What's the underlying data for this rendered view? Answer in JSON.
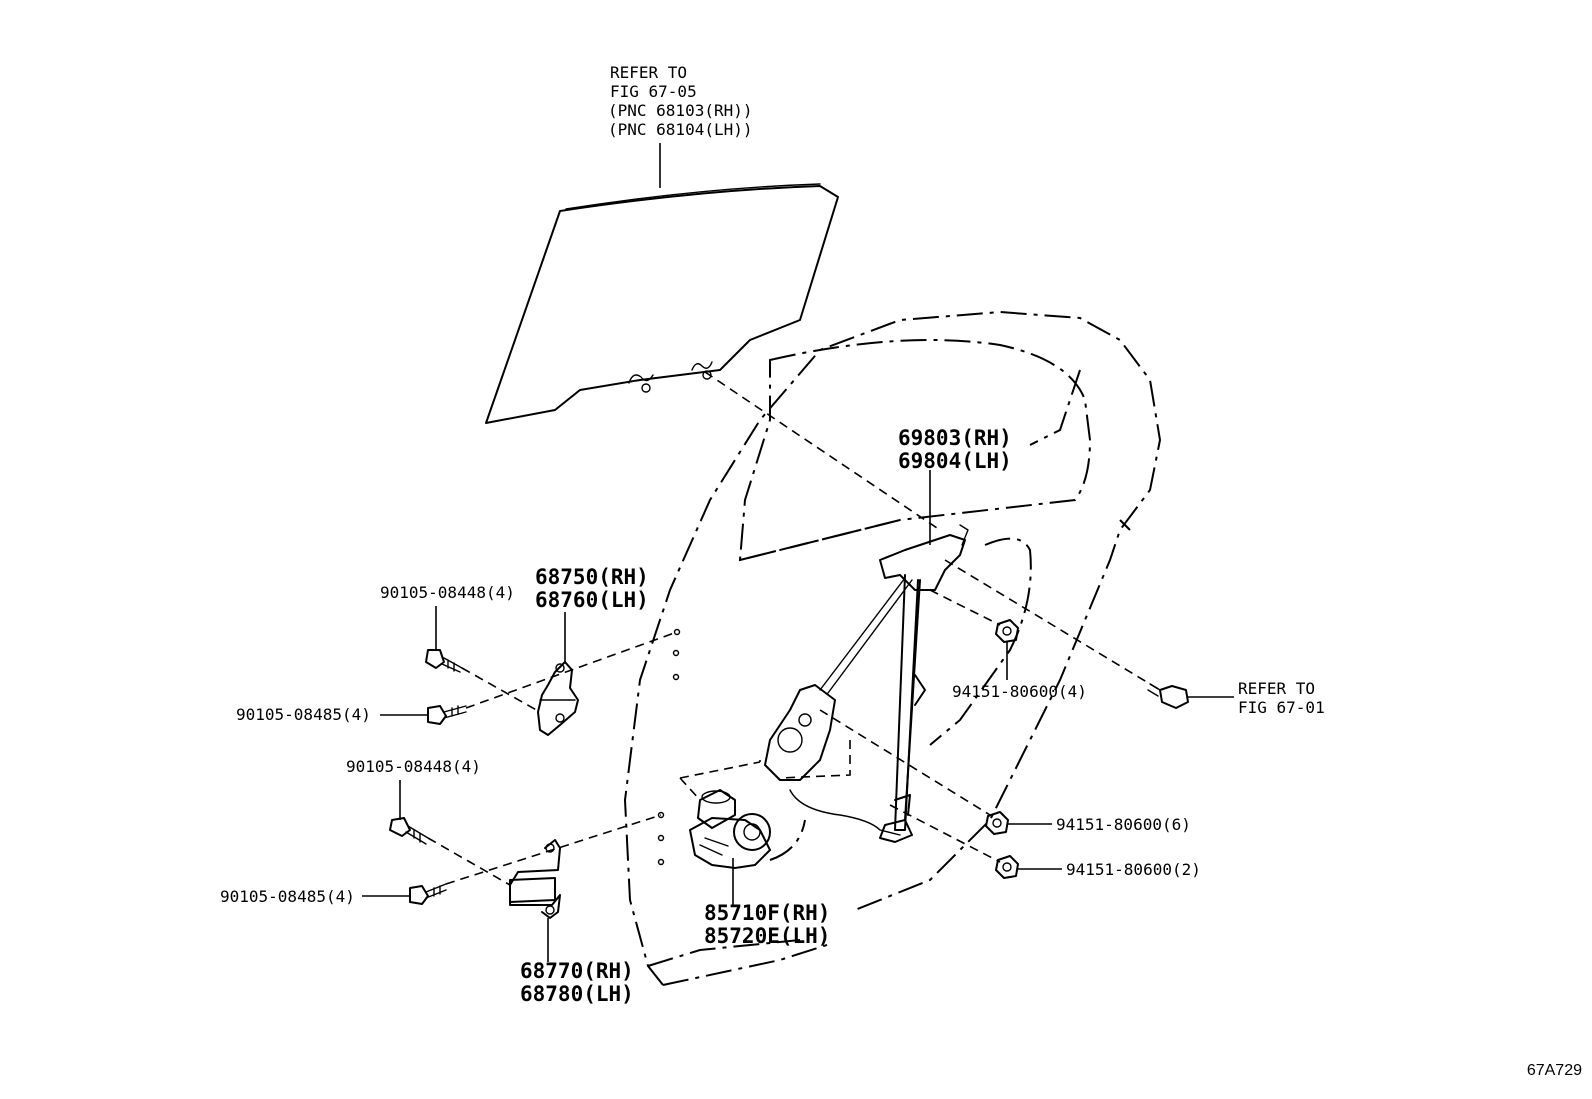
{
  "figure_code": "67A729",
  "glass_ref": {
    "line1": "REFER TO",
    "line2": "FIG 67-05",
    "line3": "(PNC 68103(RH))",
    "line4": "(PNC 68104(LH))"
  },
  "regulator": {
    "rh": "69803(RH)",
    "lh": "69804(LH)"
  },
  "upper_hinge": {
    "rh": "68750(RH)",
    "lh": "68760(LH)"
  },
  "lower_hinge": {
    "rh": "68770(RH)",
    "lh": "68780(LH)"
  },
  "motor": {
    "rh": "85710F(RH)",
    "lh": "85720E(LH)"
  },
  "bolts": {
    "upper_1": "90105-08448(4)",
    "upper_2": "90105-08485(4)",
    "lower_1": "90105-08448(4)",
    "lower_2": "90105-08485(4)"
  },
  "nuts": {
    "n1": "94151-80600(4)",
    "n2": "94151-80600(6)",
    "n3": "94151-80600(2)"
  },
  "bolt_ref": {
    "line1": "REFER TO",
    "line2": "FIG 67-01"
  }
}
